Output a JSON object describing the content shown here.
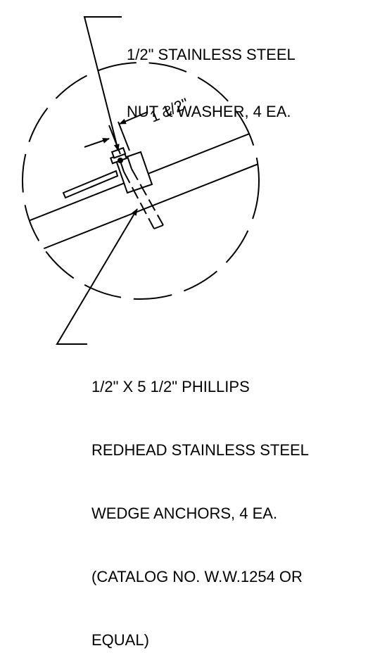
{
  "callout_top": {
    "lines": [
      "1/2\" STAINLESS STEEL",
      "NUT & WASHER, 4 EA."
    ]
  },
  "dimension": {
    "label": "1 1/2\""
  },
  "callout_bottom": {
    "lines": [
      "1/2\" X 5 1/2\" PHILLIPS",
      "REDHEAD STAINLESS STEEL",
      "WEDGE ANCHORS, 4 EA.",
      "(CATALOG NO. W.W.1254 OR",
      "EQUAL)"
    ]
  }
}
